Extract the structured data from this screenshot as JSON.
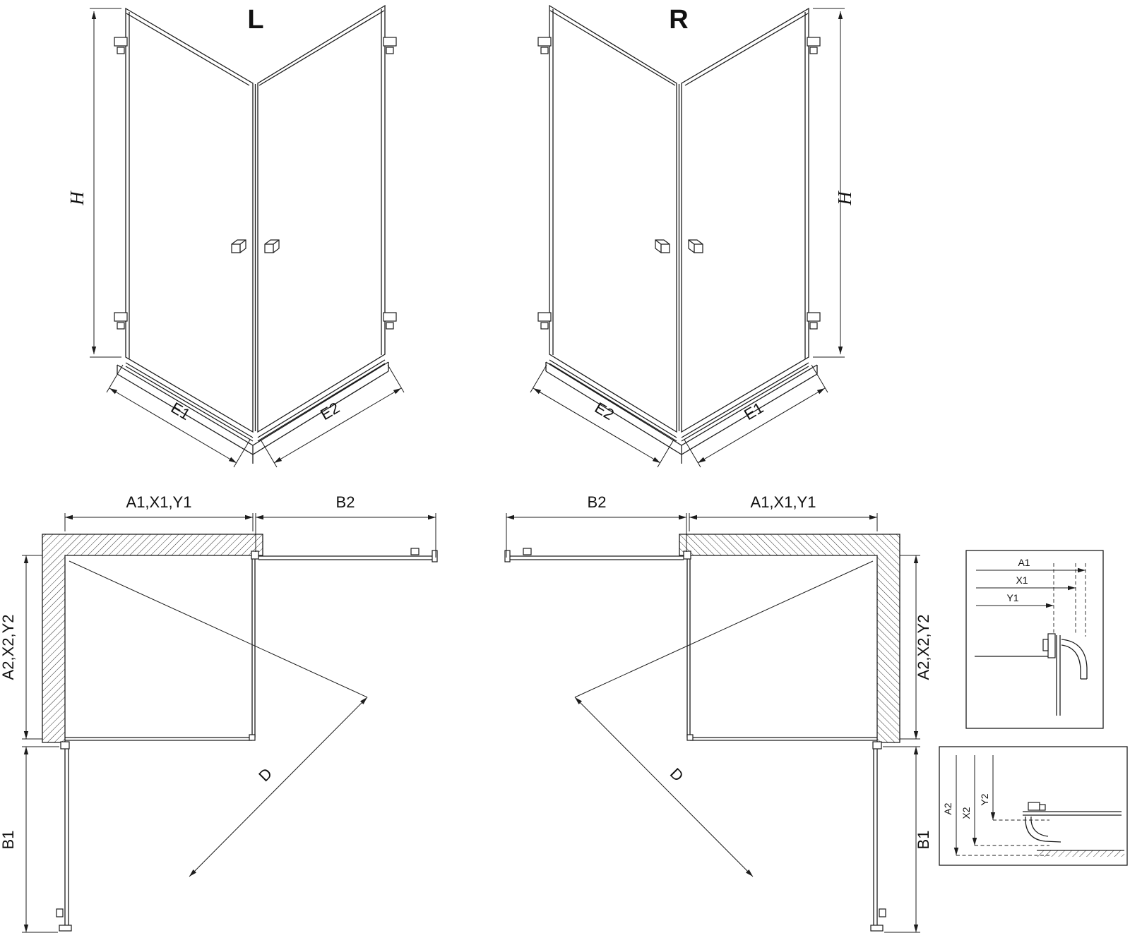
{
  "colors": {
    "line": "#1c1c1c",
    "background": "#ffffff"
  },
  "views": {
    "persp_left": {
      "label": "L",
      "dim_h": "H",
      "dim_e1": "E1",
      "dim_e2": "E2"
    },
    "persp_right": {
      "label": "R",
      "dim_h": "H",
      "dim_e1": "E1",
      "dim_e2": "E2"
    },
    "plan_left": {
      "dim_a1": "A1,X1,Y1",
      "dim_b2": "B2",
      "dim_a2": "A2,X2,Y2",
      "dim_b1": "B1",
      "dim_d": "D"
    },
    "plan_right": {
      "dim_a1": "A1,X1,Y1",
      "dim_b2": "B2",
      "dim_a2": "A2,X2,Y2",
      "dim_b1": "B1",
      "dim_d": "D"
    },
    "detail_top": {
      "dim_a1": "A1",
      "dim_x1": "X1",
      "dim_y1": "Y1"
    },
    "detail_bottom": {
      "dim_a2": "A2",
      "dim_x2": "X2",
      "dim_y2": "Y2"
    }
  }
}
